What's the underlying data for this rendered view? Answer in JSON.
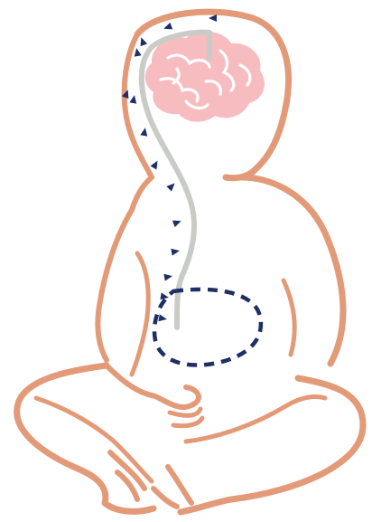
{
  "figure": {
    "subject": "seated-child-outline",
    "icons": [
      "brain-icon",
      "vagus-nerve-line",
      "gut-loop-dashed",
      "arrowhead-markers"
    ]
  },
  "colors": {
    "body_outline": "#E39A78",
    "brain_fill": "#F7BCC0",
    "brain_folds": "#FFFFFF",
    "nerve": "#C9CBC7",
    "gut_and_arrows": "#1F2E66",
    "background": "#FFFFFF"
  }
}
